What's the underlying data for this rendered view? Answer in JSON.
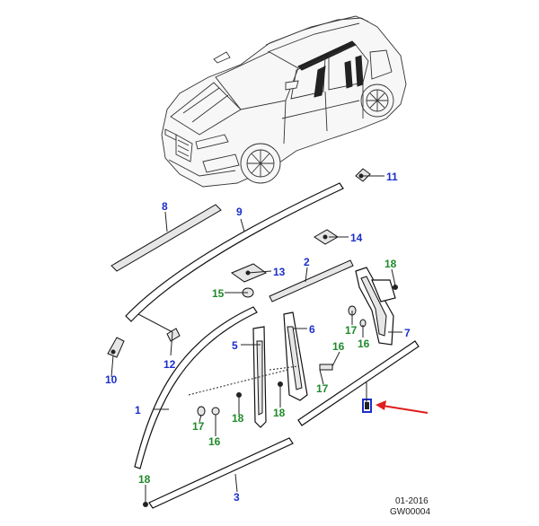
{
  "diagram": {
    "colors": {
      "blue": "#1a2ecc",
      "green": "#1e8a2a",
      "pointer": "#e11d1d",
      "line": "#222222"
    },
    "callouts": [
      {
        "id": "c11",
        "label": "11",
        "color": "blue"
      },
      {
        "id": "c8",
        "label": "8",
        "color": "blue"
      },
      {
        "id": "c9",
        "label": "9",
        "color": "blue"
      },
      {
        "id": "c14",
        "label": "14",
        "color": "blue"
      },
      {
        "id": "c2",
        "label": "2",
        "color": "blue"
      },
      {
        "id": "c13",
        "label": "13",
        "color": "blue"
      },
      {
        "id": "c15",
        "label": "15",
        "color": "green"
      },
      {
        "id": "c18a",
        "label": "18",
        "color": "green"
      },
      {
        "id": "c17a",
        "label": "17",
        "color": "green"
      },
      {
        "id": "c16a",
        "label": "16",
        "color": "green"
      },
      {
        "id": "c7",
        "label": "7",
        "color": "blue"
      },
      {
        "id": "c6",
        "label": "6",
        "color": "blue"
      },
      {
        "id": "c5",
        "label": "5",
        "color": "blue"
      },
      {
        "id": "c16b",
        "label": "16",
        "color": "green"
      },
      {
        "id": "c12",
        "label": "12",
        "color": "blue"
      },
      {
        "id": "c10",
        "label": "10",
        "color": "blue"
      },
      {
        "id": "c17b",
        "label": "17",
        "color": "green"
      },
      {
        "id": "c1",
        "label": "1",
        "color": "blue"
      },
      {
        "id": "c17c",
        "label": "17",
        "color": "green"
      },
      {
        "id": "c18b",
        "label": "18",
        "color": "green"
      },
      {
        "id": "c18c",
        "label": "18",
        "color": "green"
      },
      {
        "id": "c16c",
        "label": "16",
        "color": "green"
      },
      {
        "id": "c18d",
        "label": "18",
        "color": "green"
      },
      {
        "id": "c3",
        "label": "3",
        "color": "blue"
      }
    ],
    "footer": {
      "date": "01-2016",
      "code": "GW00004"
    }
  }
}
